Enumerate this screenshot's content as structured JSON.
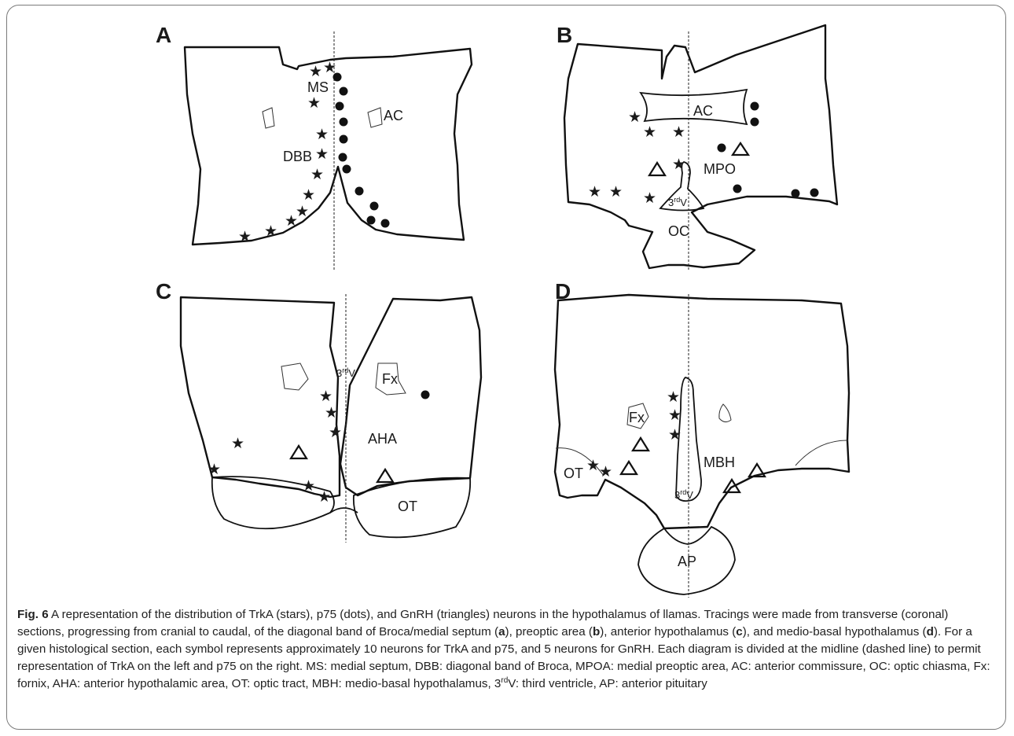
{
  "panels": {
    "A": {
      "letter": "A",
      "labels": {
        "ms": "MS",
        "dbb": "DBB",
        "ac": "AC"
      }
    },
    "B": {
      "letter": "B",
      "labels": {
        "ac": "AC",
        "mpo": "MPO",
        "third_base": "3",
        "third_sup": "rd",
        "third_v": "V",
        "oc": "OC"
      }
    },
    "C": {
      "letter": "C",
      "labels": {
        "third_base": "3",
        "third_sup": "rd",
        "third_v": "V",
        "fx": "Fx",
        "aha": "AHA",
        "ot": "OT"
      }
    },
    "D": {
      "letter": "D",
      "labels": {
        "fx": "Fx",
        "ot": "OT",
        "mbh": "MBH",
        "third_base": "3",
        "third_sup": "rd",
        "third_v": "V",
        "ap": "AP"
      }
    }
  },
  "symbols": {
    "star_glyph": "★",
    "trka": "stars",
    "p75": "dots",
    "gnrh": "triangles"
  },
  "caption": {
    "lead": "Fig. 6",
    "part1": " A representation of the distribution of TrkA (stars), p75 (dots), and GnRH (triangles) neurons in the hypothalamus of llamas. Tracings were made from transverse (coronal) sections, progressing from cranial to caudal, of the diagonal band of Broca/medial septum (",
    "a": "a",
    "part2": "), preoptic area (",
    "b": "b",
    "part3": "), anterior hypothalamus (",
    "c": "c",
    "part4": "), and medio-basal hypothalamus (",
    "d": "d",
    "part5": "). For a given histological section, each symbol represents approximately 10 neurons for TrkA and p75, and 5 neurons for GnRH. Each diagram is divided at the midline (dashed line) to permit representation of TrkA on the left and p75 on the right. MS: medial septum, DBB: diagonal band of Broca, MPOA: medial preoptic area, AC: anterior commissure, OC: optic chiasma, Fx: fornix, AHA: anterior hypothalamic area, OT: optic tract, MBH: medio-basal hypothalamus, 3",
    "sup": "rd",
    "part6": "V: third ventricle, AP: anterior pituitary"
  }
}
